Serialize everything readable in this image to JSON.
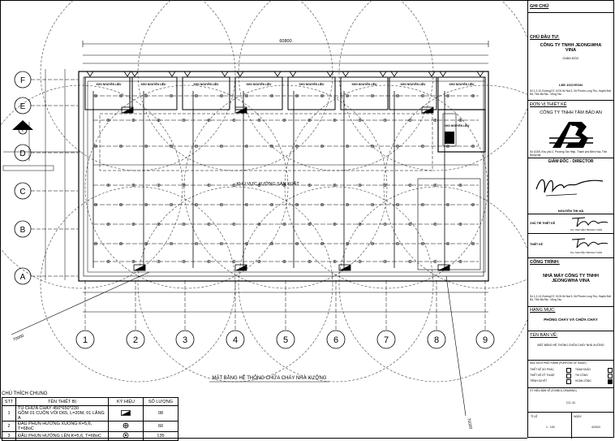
{
  "drawing": {
    "overall_dim": "60800",
    "area_label": "KHU VỰC XƯỞNG SẢN XUẤT",
    "drawing_title": "MẶT BẰNG HỆ THỐNG CHỮA CHÁY NHÀ XƯỞNG",
    "grid_rows": [
      "F",
      "E",
      "E",
      "D",
      "C",
      "B",
      "A"
    ],
    "grid_cols": [
      "1",
      "2",
      "3",
      "4",
      "5",
      "6",
      "7",
      "8",
      "9"
    ],
    "room_labels": [
      "KHO NGUYÊN LIỆU",
      "KHO NGUYÊN LIỆU",
      "KHO NGUYÊN LIỆU",
      "KHO NGUYÊN LIỆU",
      "KHO NGUYÊN LIỆU",
      "KHO NGUYÊN LIỆU",
      "KHO NGUYÊN LIỆU",
      "KHO NGUYÊN LIỆU",
      "KHO NGUYÊN LIỆU"
    ],
    "side_room_label": "KHO NGUYÊN LIỆU",
    "diag_dim_left": "70000",
    "diag_dim_right": "70000"
  },
  "legend": {
    "title": "CHÚ THÍCH CHUNG",
    "headers": [
      "STT",
      "TÊN THIẾT BỊ",
      "KÝ HIỆU",
      "SỐ LƯỢNG"
    ],
    "rows": [
      {
        "stt": "1",
        "name": "TỦ CHỮA CHÁY 450*650*230",
        "name2": "GỒM 01 CUỘN VÒI D65, L=20M, 01 LĂNG A",
        "qty": "08"
      },
      {
        "stt": "2",
        "name": "ĐẦU PHUN HƯỚNG XUỐNG K=5,6, T=68oC",
        "name2": "",
        "qty": "60"
      },
      {
        "stt": "3",
        "name": "ĐẦU PHUN HƯỚNG LÊN K=5,6, T=68oC",
        "name2": "",
        "qty": "135"
      }
    ]
  },
  "titleblock": {
    "ghi_chu": "GHI CHÚ",
    "chu_dau_tu": "CHỦ ĐẦU TƯ:",
    "investor_name": "CÔNG TY TNHH JEONGWHA VINA",
    "investor_role": "GIÁM ĐỐC",
    "investor_person": "LEE JOOYEON",
    "investor_addr": "Số 1,2,13, Đường D7, KCN Hố Nai 3, Xã Phước Long Thọ, Huyện Đất Đỏ, Tỉnh Bà Rịa - Vũng Tàu",
    "designer_head": "ĐƠN VỊ THIẾT KẾ",
    "designer_name": "CÔNG TY TNHH TÂM BẢO AN",
    "designer_addr": "Số 103/5, Khu phố 2, Phường Tân Hiệp, Thành phố Biên Hòa, Tỉnh Đồng Nai",
    "director_head": "GIÁM ĐỐC - DIRECTOR",
    "director_name": "NGUYỄN THỊ HÀ",
    "chu_tri": "CHỦ TRÌ THIẾT KẾ",
    "chu_tri_name": "KS. NGUYỄN TRỌNG TUẤN",
    "thiet_ke": "THIẾT KẾ",
    "thiet_ke_name": "KS. NGUYỄN TRỌNG TUẤN",
    "cong_trinh_head": "CÔNG TRÌNH:",
    "cong_trinh_name": "NHÀ MÁY CÔNG TY TNHH JEONGWHA VINA",
    "cong_trinh_addr": "Số 1,2,13, Đường D7, KCN Hố Nai 3, Xã Phước Long Thọ, Huyện Đất Đỏ, Tỉnh Bà Rịa - Vũng Tàu",
    "hang_muc_head": "HẠNG MỤC:",
    "hang_muc": "PHÒNG CHÁY VÀ CHỮA CHÁY",
    "ten_ban_ve_head": "TÊN BẢN VẼ:",
    "ten_ban_ve": "MẶT BẰNG HỆ THỐNG CHỮA CHÁY NHÀ XƯỞNG",
    "purpose_head": "MỤC ĐÍCH PHÁT HÀNH (PURPOSE OF ISSUE)",
    "purpose_items": [
      "THIẾT KẾ SƠ PHÁC",
      "THIẾT KẾ KỸ THUẬT",
      "TRÌNH DUYỆT",
      "THAM KHẢO",
      "THI CÔNG",
      "HOÀN CÔNG"
    ],
    "ky_hieu_head": "KÝ HIỆU BẢN VẼ (SYMBOL DRAWING)",
    "ky_hieu": "CC-11",
    "ti_le_head": "TỈ LỆ",
    "ngay_head": "NGÀY",
    "ti_le": "1 : 100",
    "ngay": "4/2024"
  }
}
